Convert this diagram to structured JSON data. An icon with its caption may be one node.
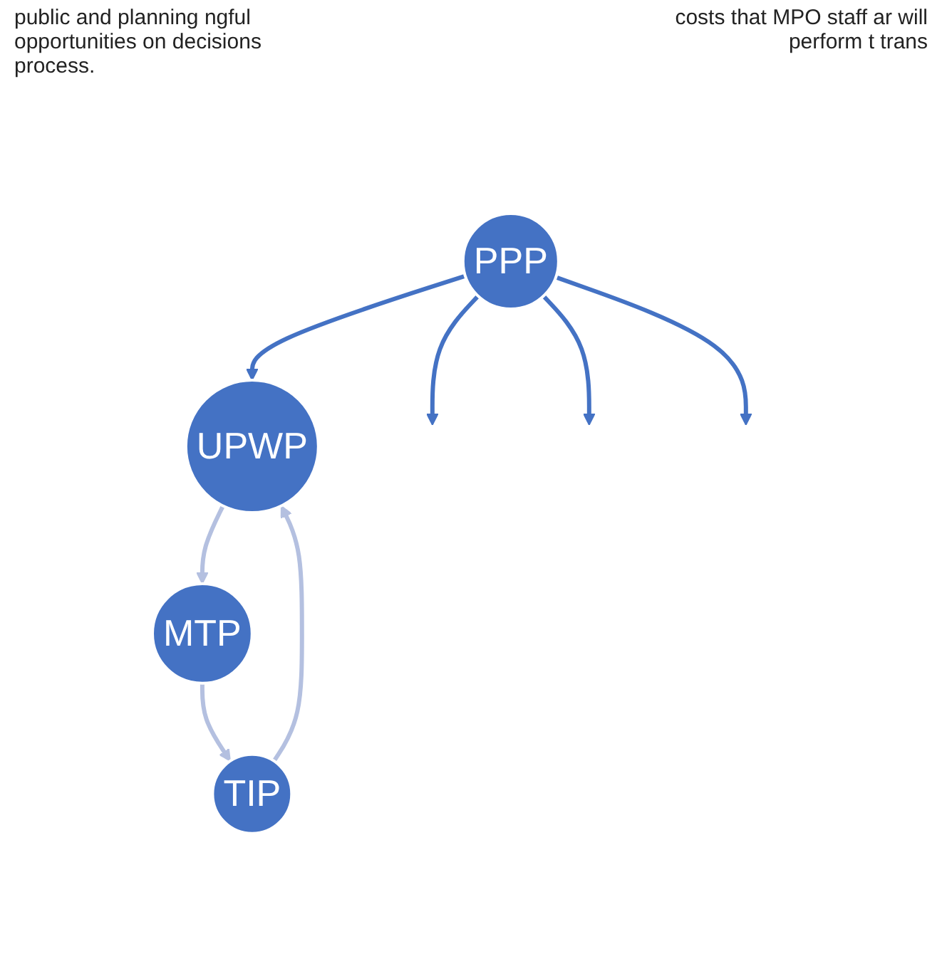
{
  "diagram": {
    "nodes": [
      {
        "text": [
          "UPWP"
        ]
      },
      {
        "text": [
          "MTP"
        ]
      },
      {
        "text": [
          "TIP"
        ]
      },
      {
        "text": [
          "PPP"
        ]
      }
    ],
    "edges": [
      {
        "from": 0,
        "to": 1,
        "arrow": "to",
        "color": "#b4c0e0"
      },
      {
        "from": 1,
        "to": 2,
        "arrow": "to",
        "color": "#b4c0e0"
      },
      {
        "from": 2,
        "to": 0,
        "arrow": "to",
        "color": "#b4c0e0"
      },
      {
        "from": 3,
        "to": 0,
        "arrow": "to"
      },
      {
        "from": 3,
        "to": null,
        "arrow": "to"
      },
      {
        "from": 3,
        "to": null,
        "arrow": "to"
      },
      {
        "from": 3,
        "to": null,
        "arrow": "to"
      }
    ],
    "labels": [
      "public and planning ngful opportunities on decisions process.",
      "costs that MPO staff ar will perform t trans"
    ]
  }
}
